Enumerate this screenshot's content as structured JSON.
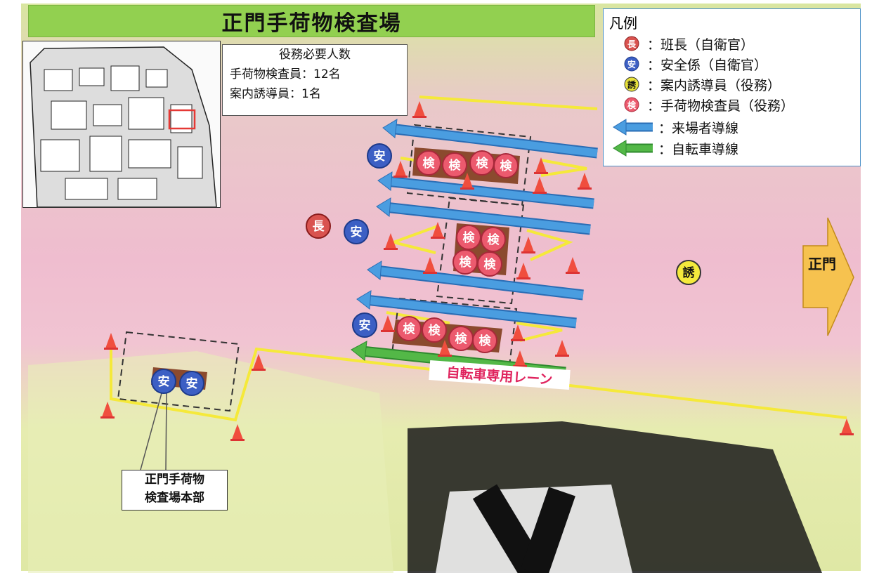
{
  "title": "正門手荷物検査場",
  "staff": {
    "heading": "役務必要人数",
    "line1": "手荷物検査員：12名",
    "line2": "案内誘導員：1名"
  },
  "legend": {
    "title": "凡例",
    "items": [
      {
        "symbol": "長",
        "color": "#d9534f",
        "label": "：班長（自衛官）"
      },
      {
        "symbol": "安",
        "color": "#3c5fc4",
        "label": "：安全係（自衛官）"
      },
      {
        "symbol": "誘",
        "color": "#e8e23a",
        "label": "：案内誘導員（役務）"
      },
      {
        "symbol": "検",
        "color": "#ec5a6e",
        "label": "：手荷物検査員（役務）"
      }
    ],
    "arrows": [
      {
        "color": "#4a9de0",
        "label": "：来場者導線"
      },
      {
        "color": "#53b847",
        "label": "：自転車導線"
      }
    ]
  },
  "markers": {
    "cho": "長",
    "an": "安",
    "yu": "誘",
    "ken": "検"
  },
  "bike_lane_label": "自転車専用レーン",
  "gate_label": "正門",
  "hq_label": {
    "line1": "正門手荷物",
    "line2": "検査場本部"
  },
  "colors": {
    "title_bg": "#92d050",
    "visitor_arrow": "#4a9de0",
    "bike_arrow": "#53b847",
    "cone": "#f04e3e",
    "barrier_line": "#f5e93a",
    "gate_arrow": "#f6c24f"
  }
}
